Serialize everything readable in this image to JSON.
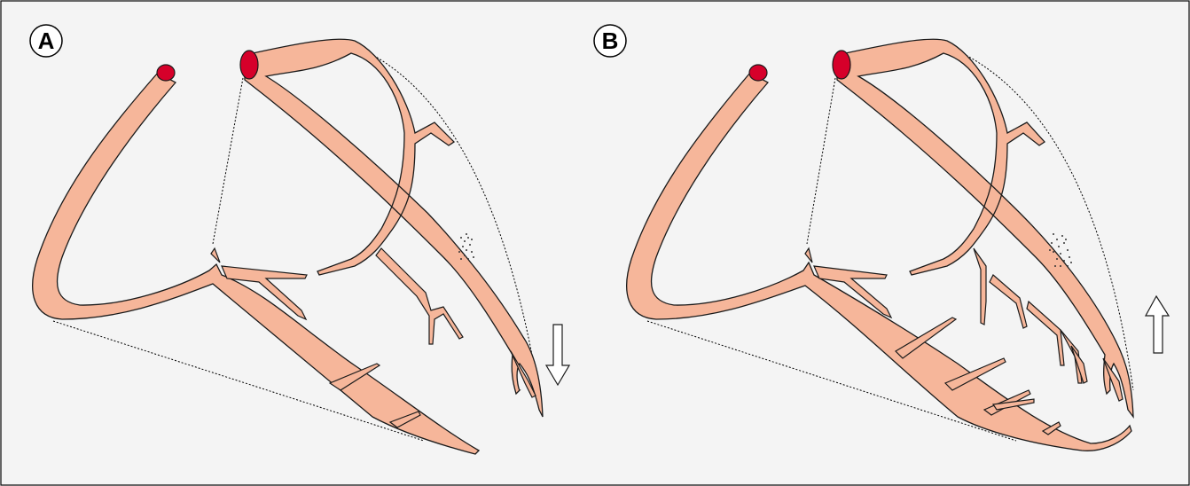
{
  "figure": {
    "background_color": "#f4f4f4",
    "border_color": "#000000",
    "vessel_fill": "#f6b69a",
    "vessel_stroke": "#1a1a1a",
    "ostium_fill": "#d6002a",
    "stipple_color": "#333333",
    "arrow_fill": "#ffffff",
    "dotted_line_color": "#000000"
  },
  "panels": [
    {
      "label": "A",
      "arrow_direction": "down",
      "arrow_icon": "down-arrow-icon"
    },
    {
      "label": "B",
      "arrow_direction": "up",
      "arrow_icon": "up-arrow-icon"
    }
  ]
}
